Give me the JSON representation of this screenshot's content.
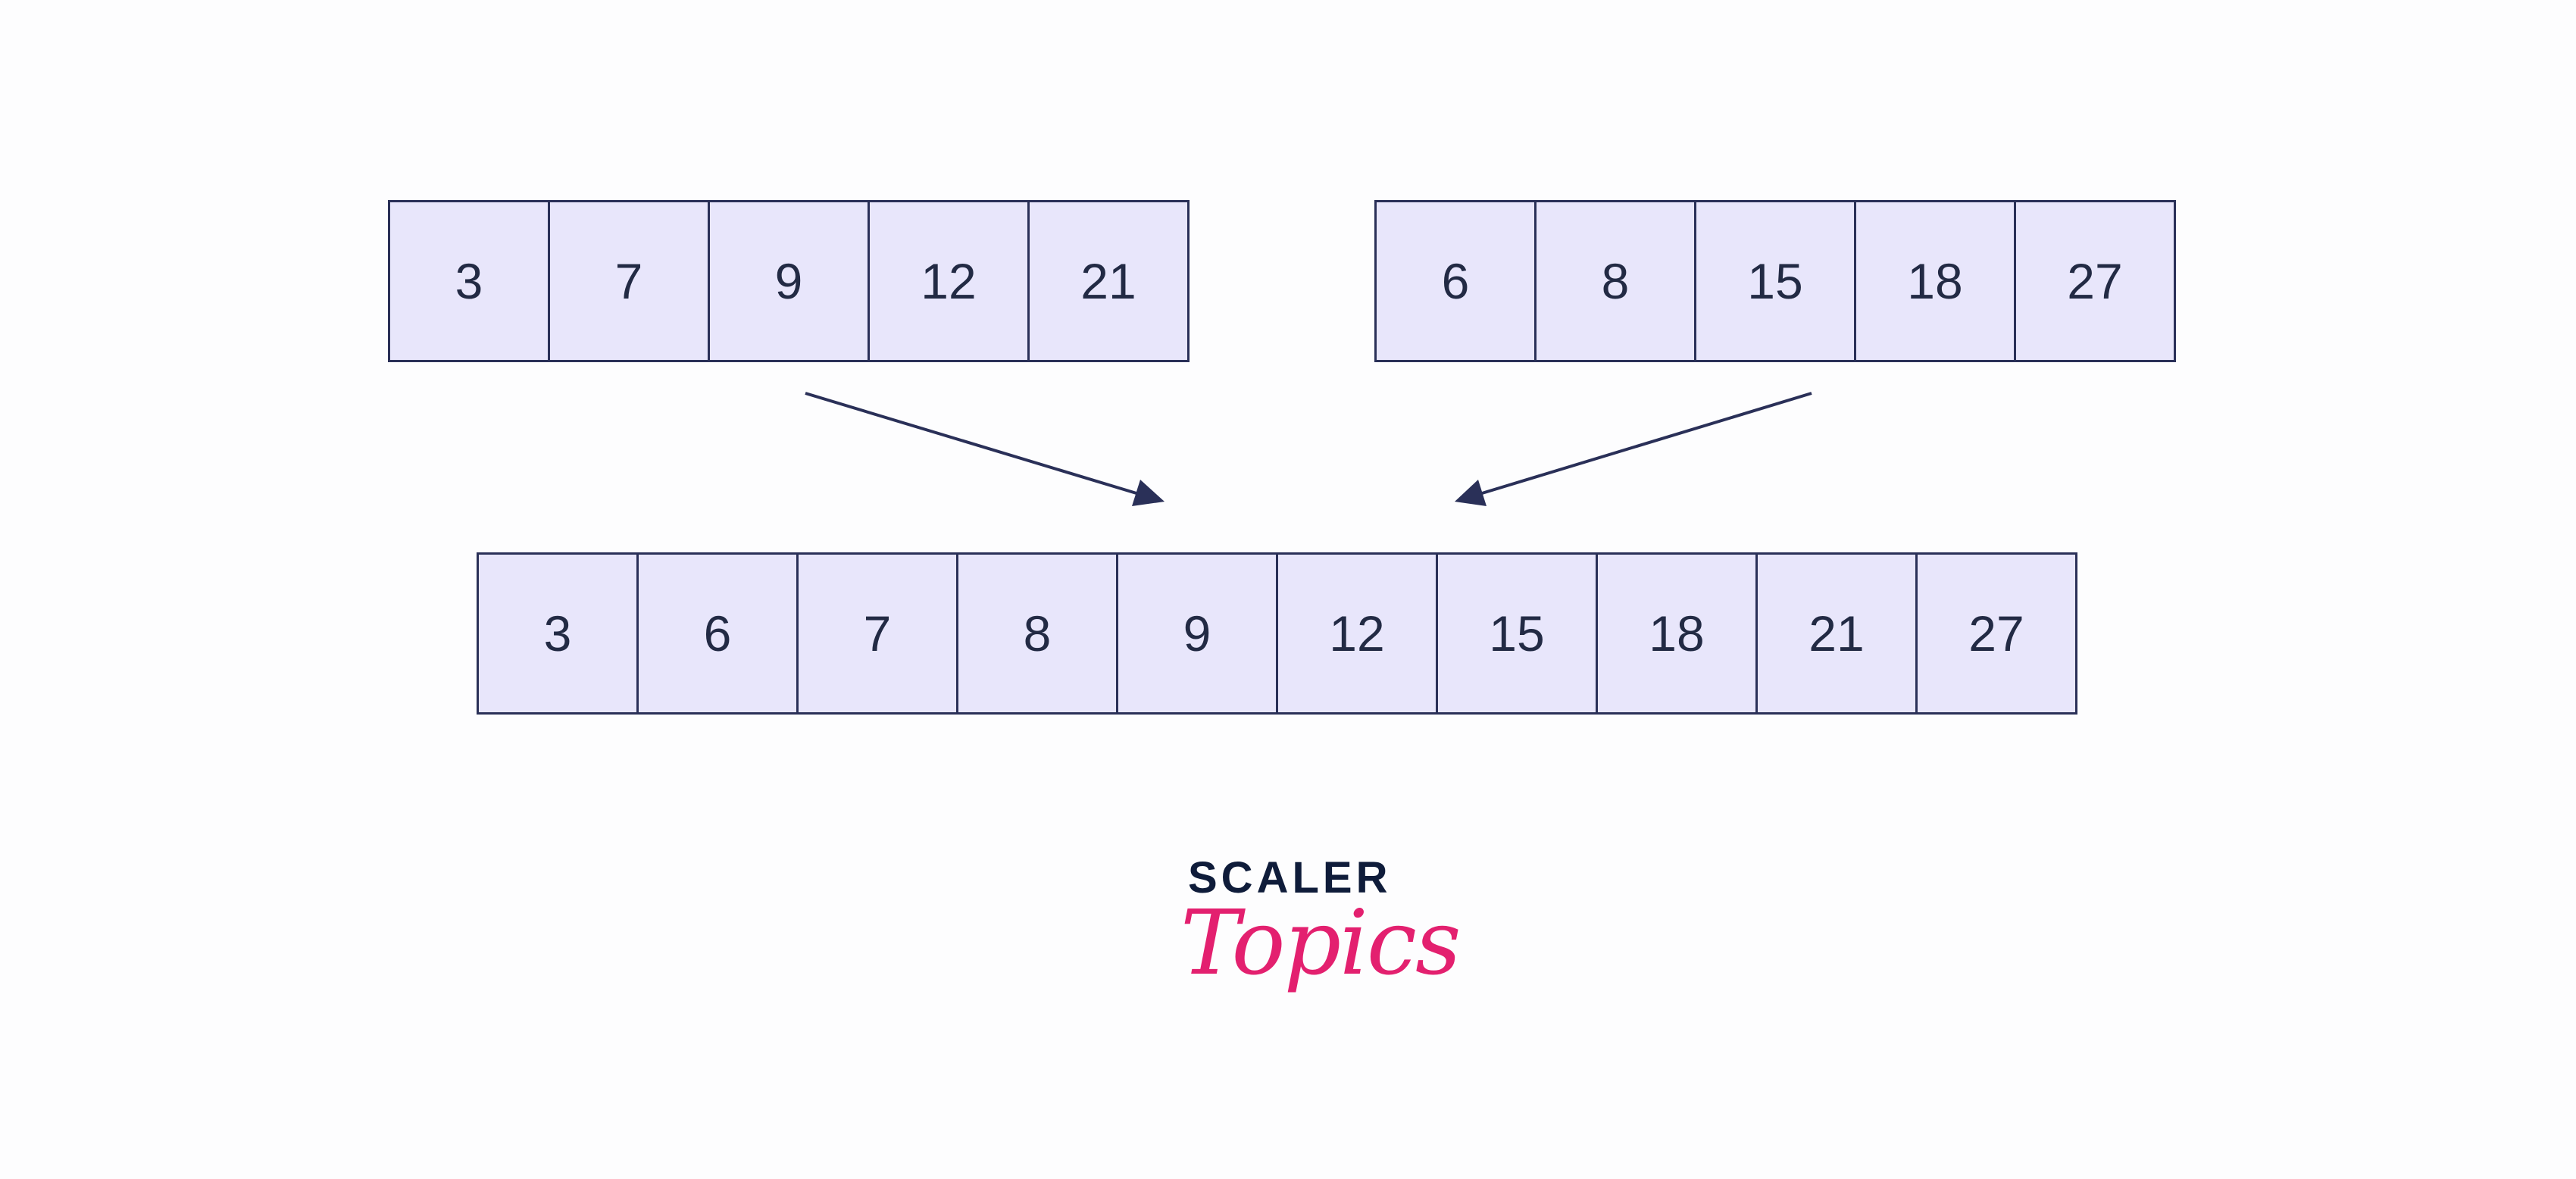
{
  "arrays": {
    "left": {
      "values": [
        "3",
        "7",
        "9",
        "12",
        "21"
      ]
    },
    "right": {
      "values": [
        "6",
        "8",
        "15",
        "18",
        "27"
      ]
    },
    "merged": {
      "values": [
        "3",
        "6",
        "7",
        "8",
        "9",
        "12",
        "15",
        "18",
        "21",
        "27"
      ]
    }
  },
  "logo": {
    "word": "SCALER",
    "script": "Topics"
  },
  "colors": {
    "cell_fill": "#e8e6fb",
    "cell_border": "#2a3058",
    "arrow": "#2a3058",
    "logo_word": "#0f1c3a",
    "logo_script": "#e3206f"
  }
}
